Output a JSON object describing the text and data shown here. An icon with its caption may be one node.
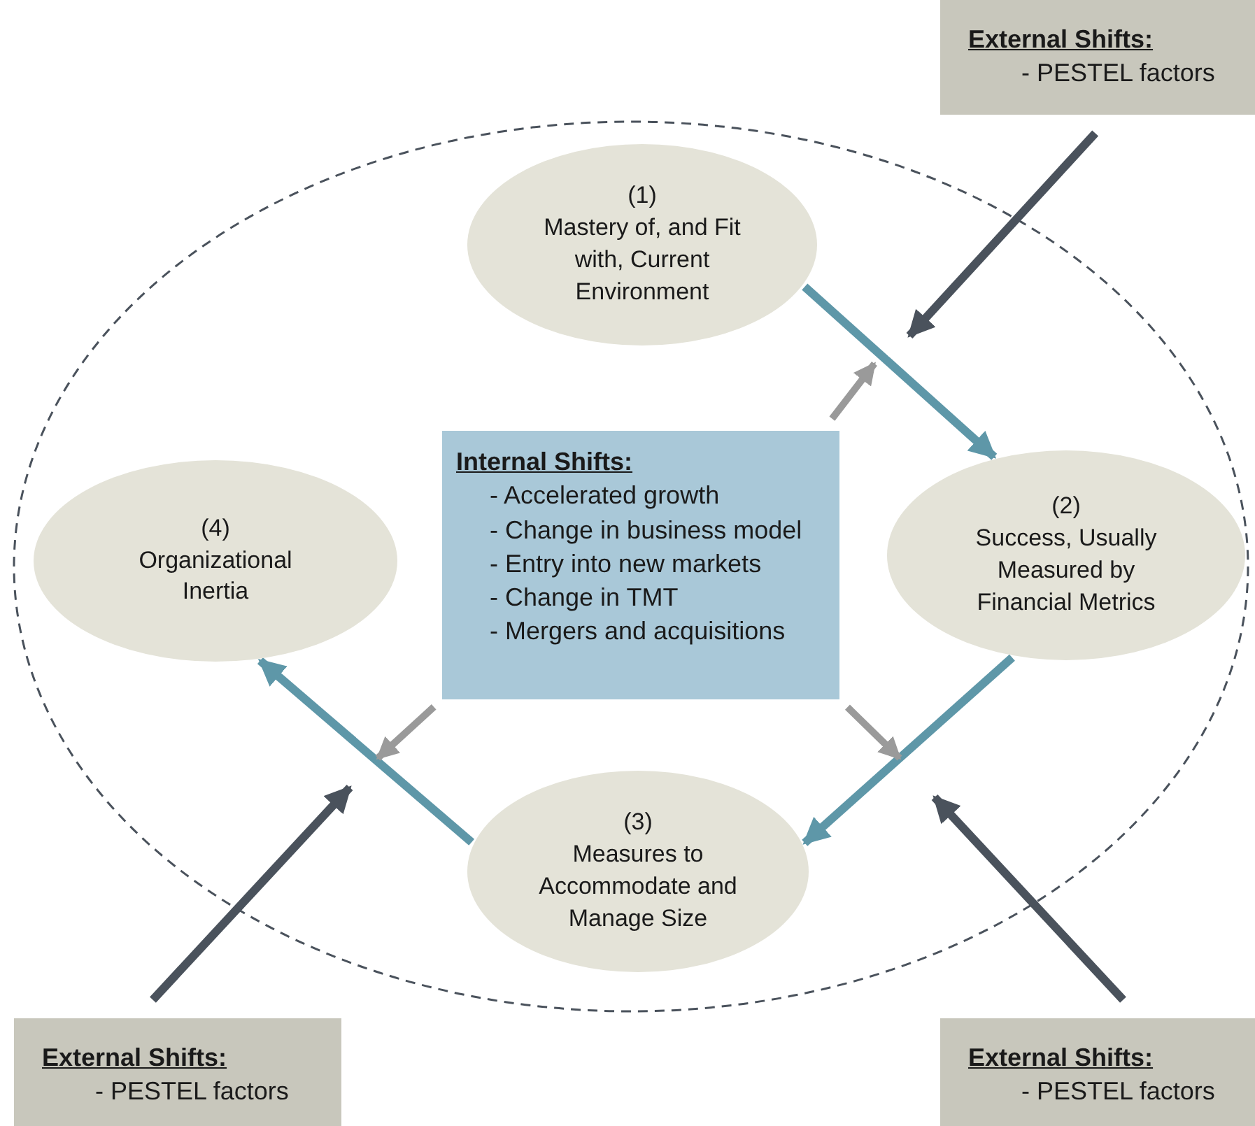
{
  "diagram": {
    "nodes": [
      {
        "text": [
          "External Shifts:",
          "- PESTEL factors"
        ]
      },
      {
        "text": [
          "(1)",
          "Mastery of, and Fit with, Current Environment"
        ]
      },
      {
        "text": [
          "(4)",
          "Organizational Inertia"
        ]
      },
      {
        "text": [
          "Internal Shifts:",
          "- Accelerated growth",
          "- Change in business model",
          "- Entry into new markets",
          "- Change in TMT",
          "- Mergers and acquisitions"
        ]
      },
      {
        "text": [
          "(2)",
          "Success, Usually Measured by Financial Metrics"
        ]
      },
      {
        "text": [
          "(3)",
          "Measures to Accommodate and Manage Size"
        ]
      },
      {
        "text": [
          "External Shifts:",
          "- PESTEL factors"
        ]
      },
      {
        "text": [
          "External Shifts:",
          "- PESTEL factors"
        ]
      }
    ],
    "edges": [
      {
        "from": 1,
        "to": 4,
        "arrow": "to",
        "color": "#5e97a8"
      },
      {
        "from": 4,
        "to": 5,
        "arrow": "to",
        "color": "#5e97a8"
      },
      {
        "from": 5,
        "to": 2,
        "arrow": "to",
        "color": "#5e97a8"
      },
      {
        "from": 0,
        "to": null,
        "arrow": "to",
        "color": "#4a525c"
      },
      {
        "from": 6,
        "to": null,
        "arrow": "to",
        "color": "#4a525c"
      },
      {
        "from": 7,
        "to": null,
        "arrow": "to",
        "color": "#4a525c"
      },
      {
        "from": 3,
        "to": null,
        "arrow": "to",
        "color": "#9a9a9a"
      },
      {
        "from": 3,
        "to": null,
        "arrow": "to",
        "color": "#9a9a9a"
      },
      {
        "from": 3,
        "to": null,
        "arrow": "to",
        "color": "#9a9a9a"
      }
    ]
  }
}
